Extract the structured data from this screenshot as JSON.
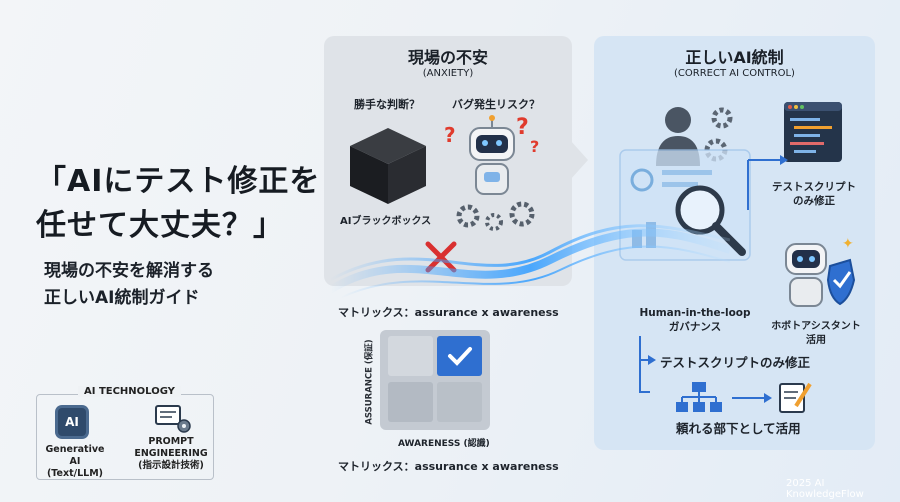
{
  "main": {
    "title_line1": "「AIにテスト修正を",
    "title_line2": "任せて大丈夫？」",
    "subtitle_line1": "現場の不安を解消する",
    "subtitle_line2": "正しいAI統制ガイド"
  },
  "tech": {
    "label": "AI TECHNOLOGY",
    "chip_text": "AI",
    "gen_ai_line1": "Generative AI",
    "gen_ai_line2": "(Text/LLM)",
    "prompt_line1": "PROMPT",
    "prompt_line2": "ENGINEERING",
    "prompt_line3": "(指示設計技術)"
  },
  "anxiety": {
    "title": "現場の不安",
    "subtitle": "(ANXIETY)",
    "q1": "勝手な判断？",
    "q2": "バグ発生リスク？",
    "blackbox": "AIブラックボックス"
  },
  "matrix": {
    "caption_top": "マトリックス：assurance x awareness",
    "y_label": "ASSURANCE (保証)",
    "x_label": "AWARENESS (認識)",
    "caption_bottom": "マトリックス：assurance x awareness"
  },
  "control": {
    "title": "正しいAI統制",
    "subtitle": "(CORRECT AI CONTROL)",
    "script_line1": "テストスクリプト",
    "script_line2": "のみ修正",
    "hitl_line1": "Human-in-the-loop",
    "hitl_line2": "ガバナンス",
    "assistant_line1": "ホボトアシスタント",
    "assistant_line2": "活用",
    "flow1": "テストスクリプトのみ修正",
    "flow2": "頼れる部下として活用"
  },
  "footer": {
    "brand": "2025 AI KnowledgeFlow"
  },
  "colors": {
    "accent_blue": "#2f6fd0",
    "anxiety_panel": "#dfe3e8",
    "control_panel": "#d6e5f4",
    "x_red": "#d93030",
    "question_red": "#e03b2d"
  }
}
